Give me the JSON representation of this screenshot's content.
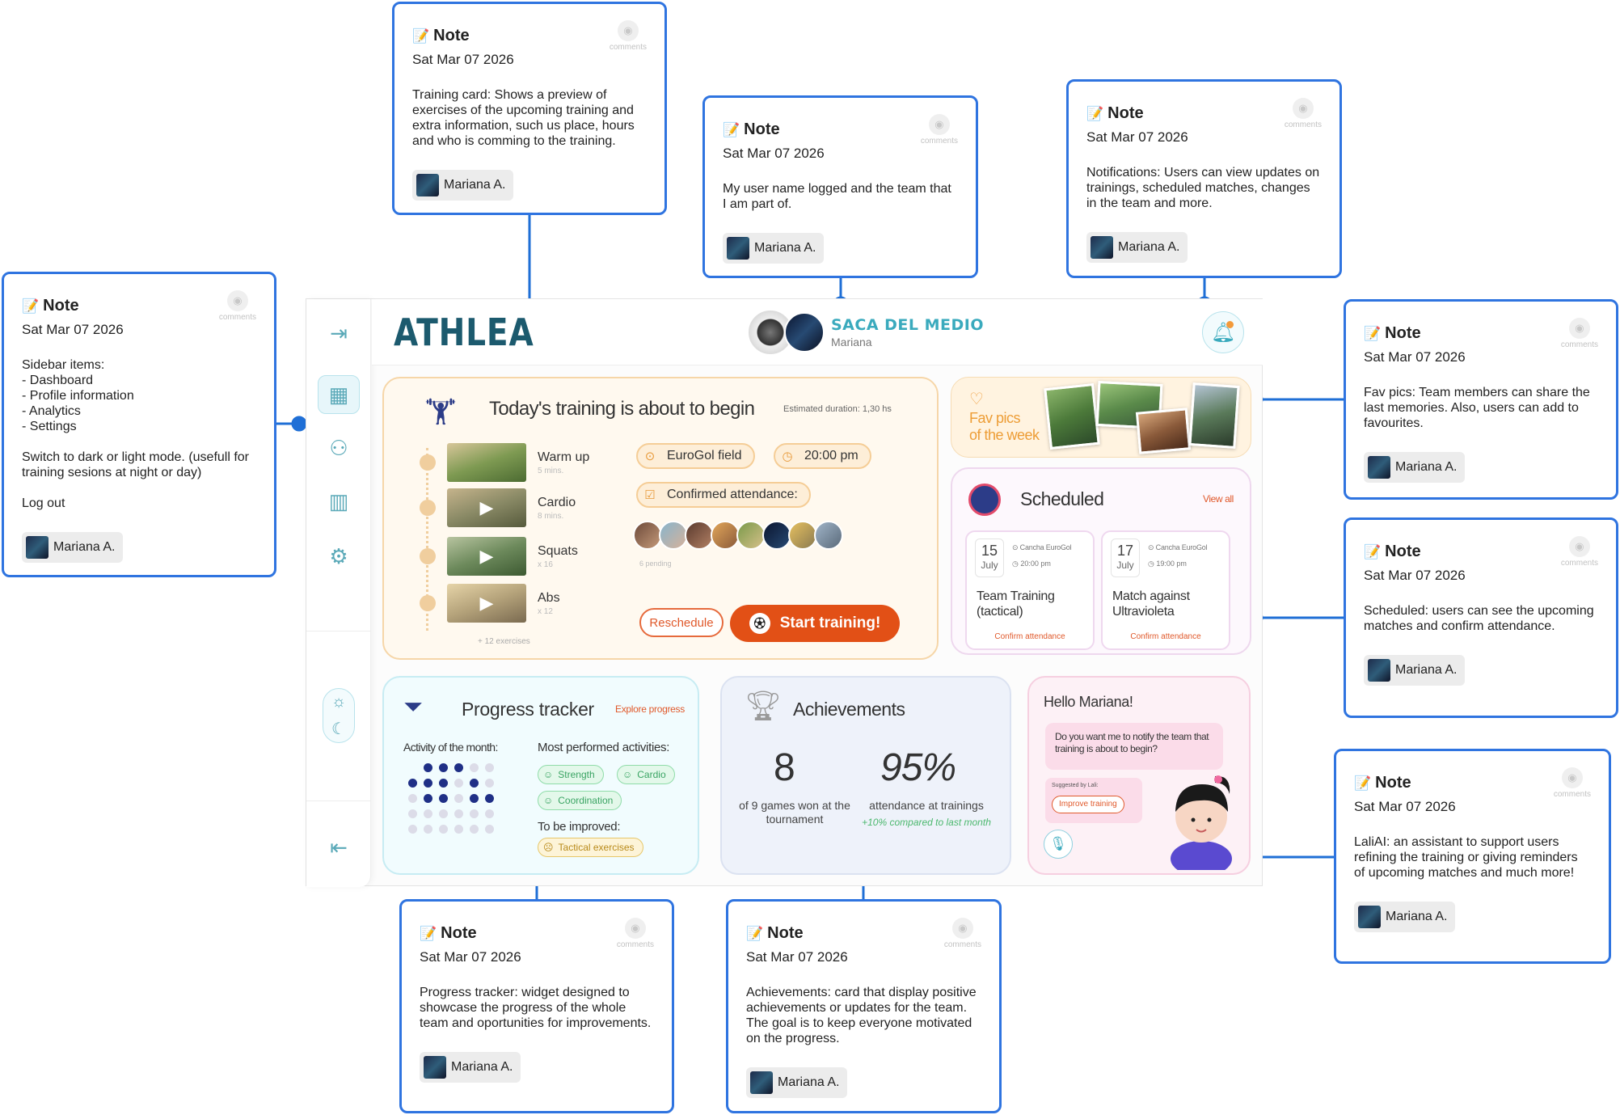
{
  "notes": [
    {
      "id": "sidebar",
      "title": "Note",
      "date": "Sat Mar 07 2026",
      "comments_label": "comments",
      "body": "Sidebar items:\n- Dashboard\n- Profile information\n- Analytics\n- Settings\n\nSwitch to dark or light mode. (usefull for training sesions at night or day)\n\nLog out",
      "user": "Mariana A."
    },
    {
      "id": "training",
      "title": "Note",
      "date": "Sat Mar 07 2026",
      "comments_label": "comments",
      "body": "Training card: Shows a preview of exercises of the upcoming training and extra information, such us place, hours and who is comming to the training.",
      "user": "Mariana A."
    },
    {
      "id": "user",
      "title": "Note",
      "date": "Sat Mar 07 2026",
      "comments_label": "comments",
      "body": "My user name logged and the team that I am part of.",
      "user": "Mariana A."
    },
    {
      "id": "notifications",
      "title": "Note",
      "date": "Sat Mar 07 2026",
      "comments_label": "comments",
      "body": "Notifications: Users can view updates on trainings, scheduled matches, changes in the team and more.",
      "user": "Mariana A."
    },
    {
      "id": "favpics",
      "title": "Note",
      "date": "Sat Mar 07 2026",
      "comments_label": "comments",
      "body": "Fav pics: Team members can share the last memories. Also, users can add to favourites.",
      "user": "Mariana A."
    },
    {
      "id": "scheduled",
      "title": "Note",
      "date": "Sat Mar 07 2026",
      "comments_label": "comments",
      "body": "Scheduled: users can see the upcoming matches and confirm attendance.",
      "user": "Mariana A."
    },
    {
      "id": "laliai",
      "title": "Note",
      "date": "Sat Mar 07 2026",
      "comments_label": "comments",
      "body": "LaliAI: an assistant to support users refining the training or giving reminders of upcoming matches and much more!",
      "user": "Mariana A."
    },
    {
      "id": "progress",
      "title": "Note",
      "date": "Sat Mar 07 2026",
      "comments_label": "comments",
      "body": "Progress tracker: widget designed to showcase the progress of the whole team and oportunities for improvements.",
      "user": "Mariana A."
    },
    {
      "id": "achievements",
      "title": "Note",
      "date": "Sat Mar 07 2026",
      "comments_label": "comments",
      "body": "Achievements: card that display positive achievements or updates for the team. The goal is to keep everyone motivated on the progress.",
      "user": "Mariana A."
    }
  ],
  "app": {
    "logo": "ATHLEA",
    "team_name": "SACA DEL MEDIO",
    "user_name": "Mariana",
    "training": {
      "title": "Today's training is about to begin",
      "duration": "Estimated duration: 1,30 hs",
      "exercises": [
        {
          "name": "Warm up",
          "detail": "5 mins."
        },
        {
          "name": "Cardio",
          "detail": "8 mins."
        },
        {
          "name": "Squats",
          "detail": "x 16"
        },
        {
          "name": "Abs",
          "detail": "x 12"
        }
      ],
      "more": "+ 12 exercises",
      "place": "EuroGol field",
      "time": "20:00 pm",
      "attendance_label": "Confirmed attendance:",
      "pending": "6 pending",
      "reschedule": "Reschedule",
      "start": "Start training!"
    },
    "favpics": {
      "title_line1": "Fav pics",
      "title_line2": "of the week"
    },
    "scheduled": {
      "title": "Scheduled",
      "view_all": "View all",
      "events": [
        {
          "day": "15",
          "month": "July",
          "place": "Cancha EuroGol",
          "time": "20:00 pm",
          "name": "Team Training (tactical)",
          "confirm": "Confirm attendance"
        },
        {
          "day": "17",
          "month": "July",
          "place": "Cancha EuroGol",
          "time": "19:00 pm",
          "name": "Match against Ultravioleta",
          "confirm": "Confirm attendance"
        }
      ]
    },
    "progress": {
      "title": "Progress tracker",
      "explore": "Explore progress",
      "activity_label": "Activity of the month:",
      "most_label": "Most performed activities:",
      "tags_most": [
        "Strength",
        "Cardio",
        "Coordination"
      ],
      "improve_label": "To be improved:",
      "tags_improve": [
        "Tactical exercises"
      ]
    },
    "achievements": {
      "title": "Achievements",
      "stat1_value": "8",
      "stat1_label": "of 9 games won at the tournament",
      "stat2_value": "95%",
      "stat2_label": "attendance at trainings",
      "stat2_delta": "+10% compared to last month"
    },
    "lali": {
      "hello": "Hello Mariana!",
      "question": "Do you want me to notify the team that training is about to begin?",
      "suggested": "Suggested by Lali:",
      "improve": "Improve training"
    }
  },
  "colors": {
    "note_border": "#2f74e0",
    "accent_orange": "#e25016",
    "accent_teal": "#3aaabd",
    "navy": "#2c3c88"
  }
}
